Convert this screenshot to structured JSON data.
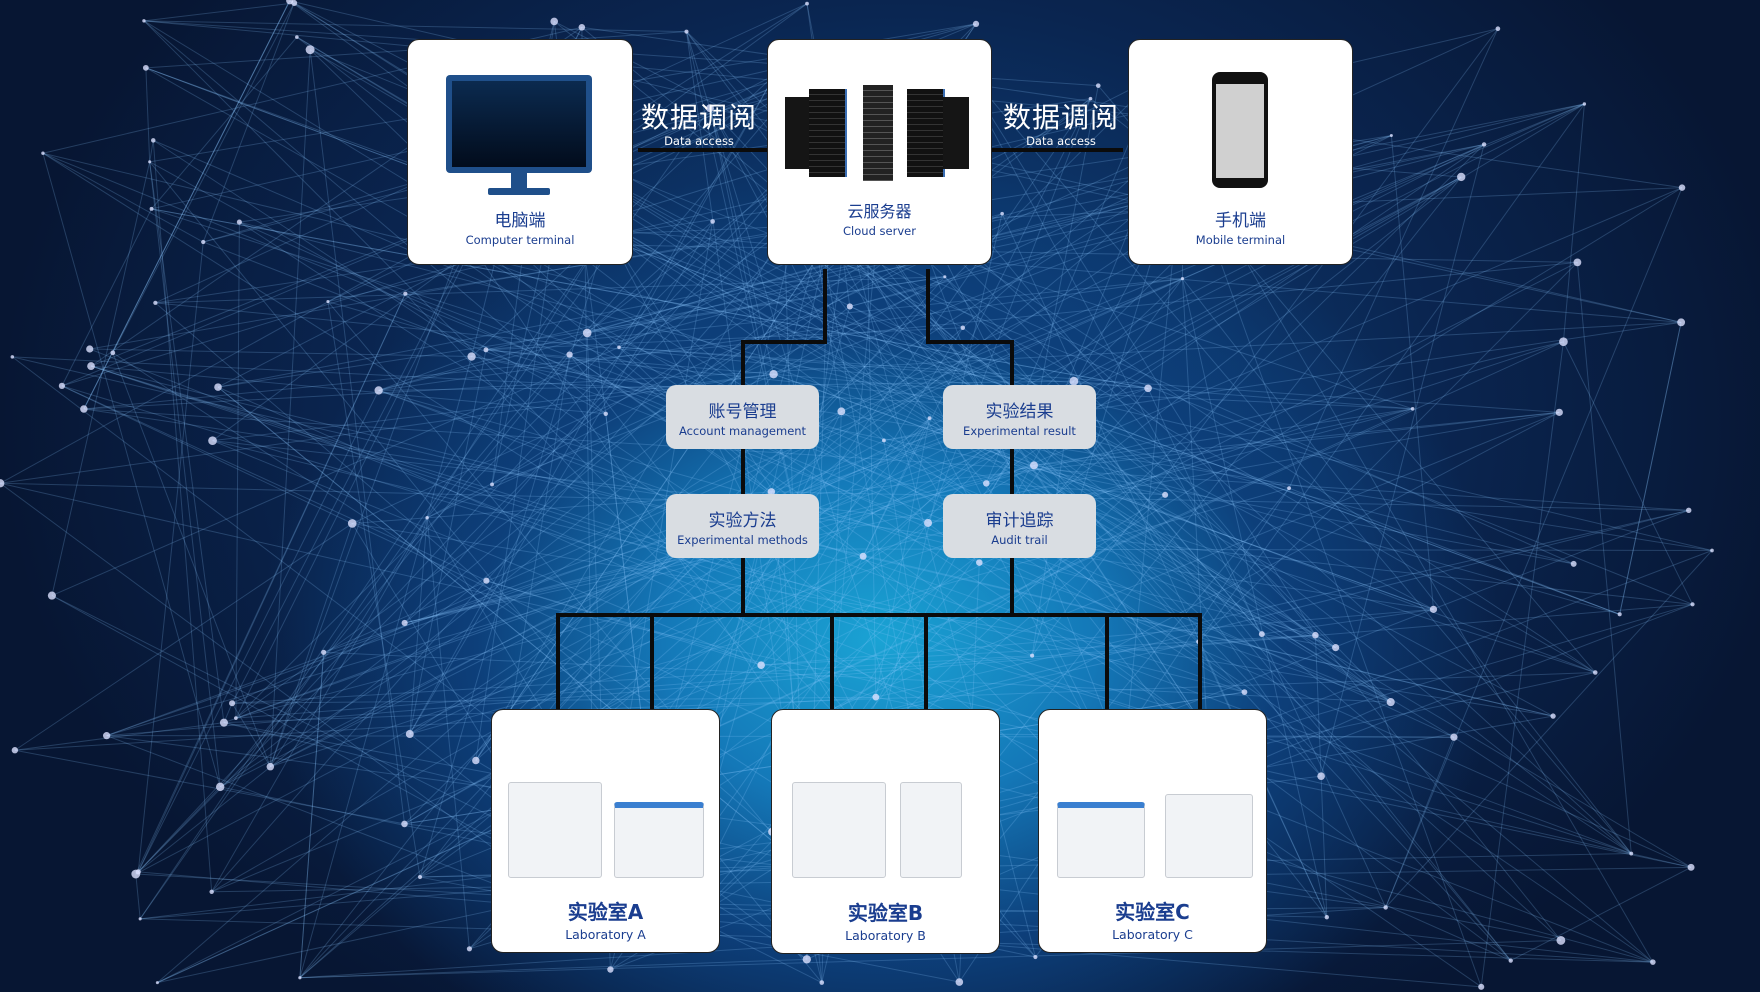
{
  "top": {
    "computer": {
      "cn": "电脑端",
      "en": "Computer terminal",
      "icon": "monitor-icon"
    },
    "server": {
      "cn": "云服务器",
      "en": "Cloud server",
      "icon": "server-rack-icon"
    },
    "mobile": {
      "cn": "手机端",
      "en": "Mobile terminal",
      "icon": "smartphone-icon"
    }
  },
  "links": [
    {
      "cn": "数据调阅",
      "en": "Data access"
    },
    {
      "cn": "数据调阅",
      "en": "Data access"
    }
  ],
  "functions": [
    {
      "cn": "账号管理",
      "en": "Account management"
    },
    {
      "cn": "实验方法",
      "en": "Experimental methods"
    },
    {
      "cn": "实验结果",
      "en": "Experimental result"
    },
    {
      "cn": "审计追踪",
      "en": "Audit trail"
    }
  ],
  "labs": [
    {
      "cn": "实验室A",
      "en": "Laboratory A"
    },
    {
      "cn": "实验室B",
      "en": "Laboratory B"
    },
    {
      "cn": "实验室C",
      "en": "Laboratory C"
    }
  ],
  "colors": {
    "text": "#1a3d8f",
    "monitor": "#1f4f8a",
    "bg_glow": "#1aa3d4"
  }
}
